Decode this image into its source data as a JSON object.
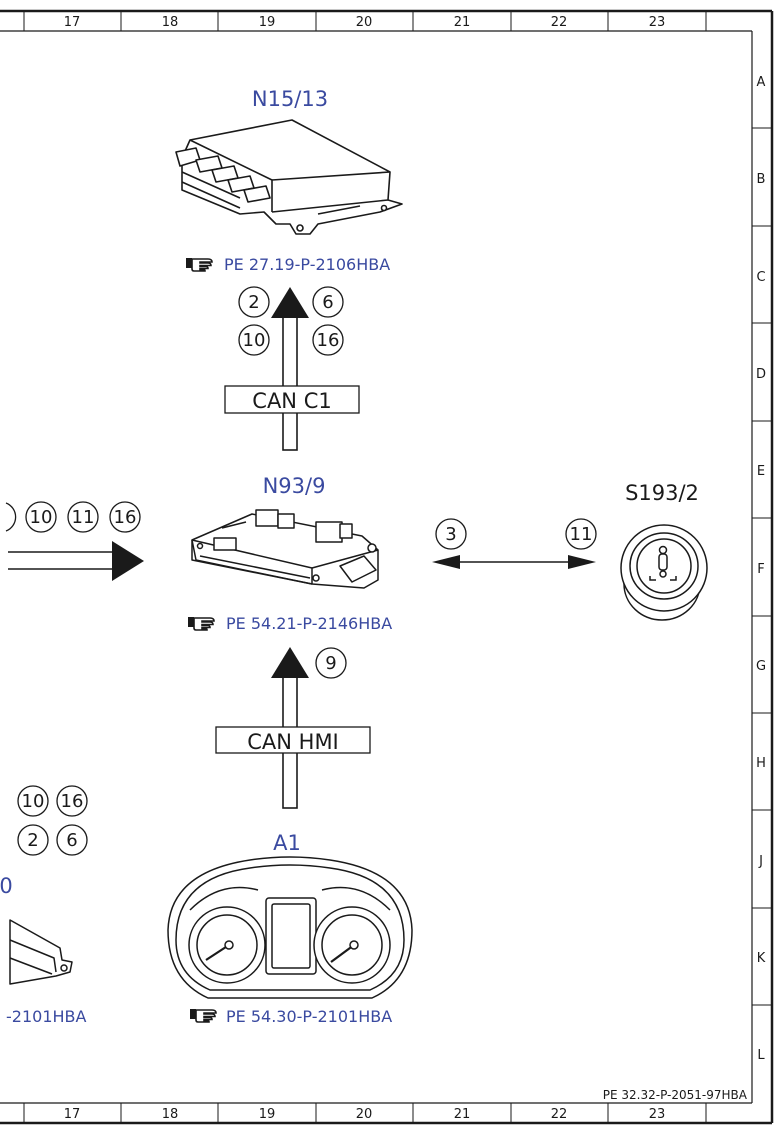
{
  "ruler": {
    "columns": [
      "17",
      "18",
      "19",
      "20",
      "21",
      "22",
      "23"
    ]
  },
  "rows": [
    "A",
    "B",
    "C",
    "D",
    "E",
    "F",
    "G",
    "H",
    "J",
    "K",
    "L"
  ],
  "document_id": "PE 32.32-P-2051-97HBA",
  "components": {
    "n15_13": {
      "label": "N15/13",
      "ref": "PE 27.19-P-2106HBA",
      "pins": [
        "2",
        "6",
        "10",
        "16"
      ]
    },
    "n93_9": {
      "label": "N93/9",
      "ref": "PE 54.21-P-2146HBA",
      "pin_in": "9"
    },
    "s193_2": {
      "label": "S193/2"
    },
    "a1": {
      "label": "A1",
      "ref": "PE 54.30-P-2101HBA"
    },
    "left_partial": {
      "ref": "-2101HBA",
      "label_fragment": "0",
      "pins_top": [
        "10",
        "16"
      ],
      "pins_bottom": [
        "2",
        "6"
      ]
    }
  },
  "left_arrow_pins": [
    "10",
    "11",
    "16"
  ],
  "buses": {
    "can_c1": "CAN C1",
    "can_hmi": "CAN HMI"
  },
  "link_n93_s193": {
    "pin_left": "3",
    "pin_right": "11"
  }
}
